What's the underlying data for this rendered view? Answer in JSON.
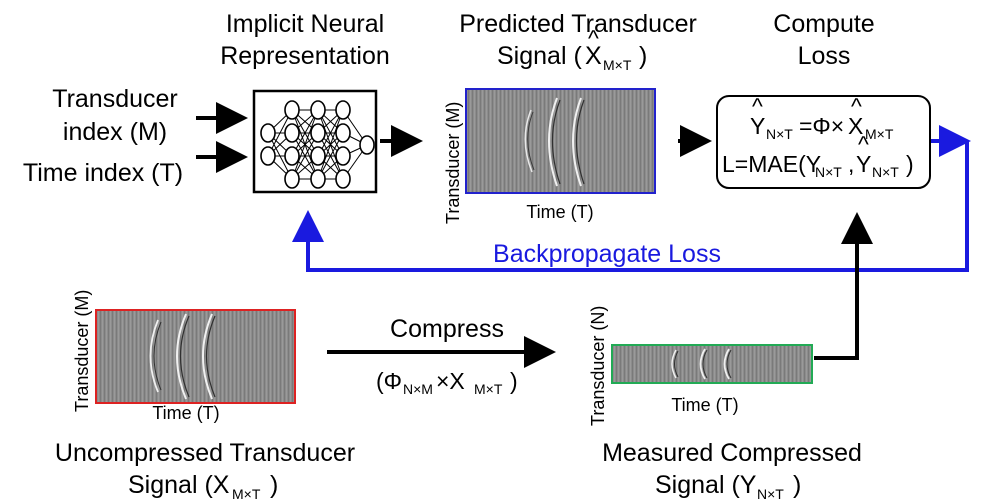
{
  "inputs": {
    "transducer_line1": "Transducer",
    "transducer_line2": "index (M)",
    "time": "Time index (T)"
  },
  "inr": {
    "title_line1": "Implicit Neural",
    "title_line2": "Representation"
  },
  "predicted": {
    "title_line1": "Predicted Transducer",
    "title_line2_prefix": "Signal (",
    "title_symbol": "X",
    "title_hat": "^",
    "title_subscript": "M×T",
    "title_suffix": ")",
    "y_axis": "Transducer (M)",
    "x_axis": "Time (T)"
  },
  "loss": {
    "title_line1": "Compute",
    "title_line2": "Loss",
    "eq1_lhs": "Y",
    "eq1_lhs_hat": "^",
    "eq1_lhs_sub": "N×T",
    "eq1_mid": "=Φ×",
    "eq1_rhs": "X",
    "eq1_rhs_hat": "^",
    "eq1_rhs_sub": "M×T",
    "eq2_prefix": "L=MAE(Y",
    "eq2_sub1": "N×T",
    "eq2_mid": ",",
    "eq2_y": "Y",
    "eq2_hat": "^",
    "eq2_sub2": "N×T",
    "eq2_suffix": ")"
  },
  "backprop": {
    "label": "Backpropagate Loss"
  },
  "uncompressed": {
    "y_axis": "Transducer (M)",
    "x_axis": "Time (T)",
    "caption_line1": "Uncompressed Transducer",
    "caption_line2_prefix": "Signal (X",
    "caption_sub": "M×T",
    "caption_suffix": ")"
  },
  "compress": {
    "label": "Compress",
    "formula_prefix": "(Φ",
    "formula_sub1": "N×M",
    "formula_mid": "×X",
    "formula_sub2": "M×T",
    "formula_suffix": ")"
  },
  "measured": {
    "y_axis": "Transducer (N)",
    "x_axis": "Time (T)",
    "caption_line1": "Measured Compressed",
    "caption_line2_prefix": "Signal (Y",
    "caption_sub": "N×T",
    "caption_suffix": ")"
  },
  "colors": {
    "predicted_border": "#2222cc",
    "uncompressed_border": "#dd2222",
    "measured_border": "#22aa55",
    "backprop": "#1a1adf"
  }
}
